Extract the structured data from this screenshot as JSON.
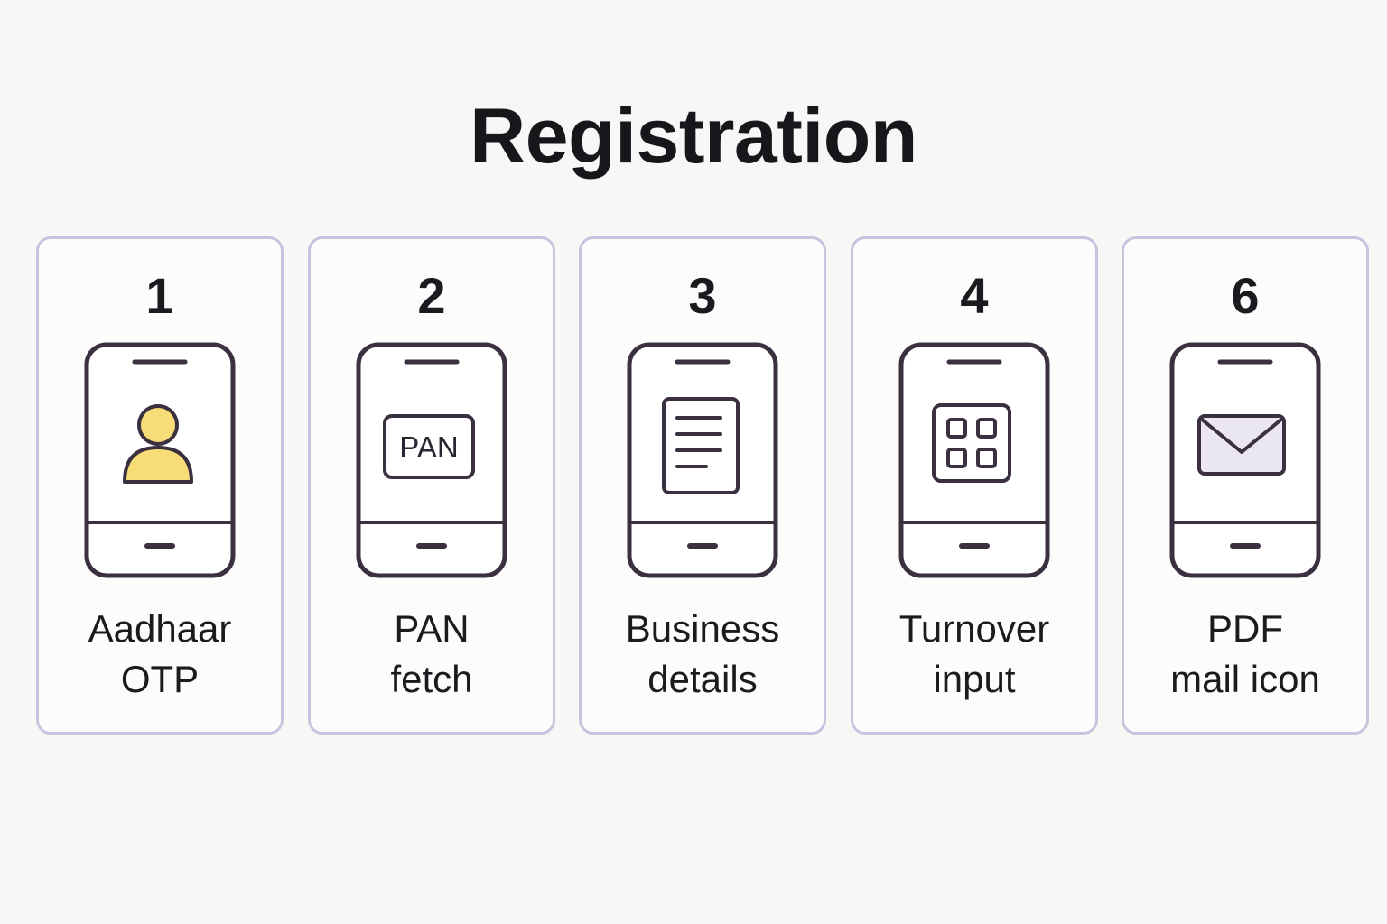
{
  "title": "Registration",
  "colors": {
    "card_border": "#c9c3dd",
    "outline": "#3a3040",
    "person_fill": "#f8dc78",
    "envelope_fill": "#ebe6f4"
  },
  "steps": [
    {
      "number": "1",
      "label_line1": "Aadhaar",
      "label_line2": "OTP",
      "icon": "person-icon"
    },
    {
      "number": "2",
      "label_line1": "PAN",
      "label_line2": "fetch",
      "icon": "pan-card-icon",
      "icon_text": "PAN"
    },
    {
      "number": "3",
      "label_line1": "Business",
      "label_line2": "details",
      "icon": "document-icon"
    },
    {
      "number": "4",
      "label_line1": "Turnover",
      "label_line2": "input",
      "icon": "grid-icon"
    },
    {
      "number": "6",
      "label_line1": "PDF",
      "label_line2": "mail icon",
      "icon": "envelope-icon"
    }
  ]
}
